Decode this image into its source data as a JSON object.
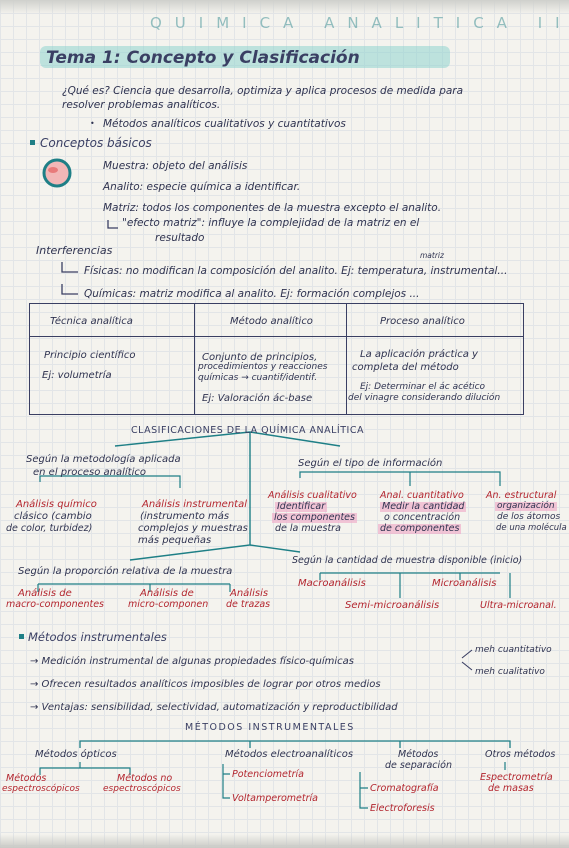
{
  "header": {
    "course_title": "QUIMICA ANALITICA II",
    "lesson_title": "Tema 1: Concepto y Clasificación"
  },
  "intro": {
    "question_line1": "¿Qué es? Ciencia que desarrolla, optimiza y aplica procesos de medida para",
    "question_line2": "resolver problemas analíticos.",
    "methods_bullet": "Métodos  analíticos  cualitativos   y  cuantitativos"
  },
  "conceptos": {
    "heading": "Conceptos básicos",
    "muestra": "Muestra: objeto del análisis",
    "analito": "Analito: especie química a identificar.",
    "matriz": "Matriz: todos los componentes de la muestra excepto el analito.",
    "efecto_line1": "\"efecto matriz\": influye la complejidad de la matriz en el",
    "efecto_line2": "resultado"
  },
  "interferencias": {
    "heading": "Interferencias",
    "fisicas": "Físicas: no modifican la composición del analito. Ej: temperatura, instrumental...",
    "superscript": "matriz",
    "quimicas": "Químicas: matriz modifica al analito. Ej: formación complejos ..."
  },
  "table": {
    "headers": [
      "Técnica analítica",
      "Método analítico",
      "Proceso analítico"
    ],
    "col1_a": "Principio científico",
    "col1_b": "Ej: volumetría",
    "col2_a": "Conjunto de principios,",
    "col2_b": "procedimientos y reacciones",
    "col2_c": "químicas → cuantif/identif.",
    "col2_d": "Ej: Valoración ác-base",
    "col3_a": "La aplicación práctica y",
    "col3_b": "completa del método",
    "col3_c": "Ej: Determinar el ác acético",
    "col3_d": "del vinagre considerando dilución"
  },
  "clasificaciones": {
    "title": "CLASIFICACIONES DE LA QUÍMICA ANALÍTICA",
    "metodologia_1": "Según la metodología aplicada",
    "metodologia_2": "en el proceso analítico",
    "quimico_1": "Análisis químico",
    "quimico_2": "clásico (cambio",
    "quimico_3": "de color, turbidez)",
    "instr_1": "Análisis instrumental",
    "instr_2": "(instrumento más",
    "instr_3": "complejos y muestras",
    "instr_4": "más pequeñas",
    "info": "Según el tipo de información",
    "cual_1": "Análisis cualitativo",
    "cual_2": "Identificar",
    "cual_3": "los componentes",
    "cual_4": "de la muestra",
    "cuant_1": "Anal. cuantitativo",
    "cuant_2": "Medir la cantidad",
    "cuant_3": "o concentración",
    "cuant_4": "de componentes",
    "estr_1": "An. estructural",
    "estr_2": "organización",
    "estr_3": "de los átomos",
    "estr_4": "de una molécula",
    "proporcion": "Según la proporción relativa de la muestra",
    "macro_1": "Análisis de",
    "macro_2": "macro-componentes",
    "micro_1": "Análisis de",
    "micro_2": "micro-componen",
    "trazas_1": "Análisis",
    "trazas_2": "de trazas",
    "cantidad": "Según la cantidad de muestra disponible (inicio)",
    "macroanalisis": "Macroanálisis",
    "microanalisis": "Microanálisis",
    "semimicro": "Semi-microanálisis",
    "ultramicro": "Ultra-microanal."
  },
  "instrumentales": {
    "heading": "Métodos instrumentales",
    "item1": "→ Medición instrumental de algunas propiedades físico-químicas",
    "item1_a": "meh cuantitativo",
    "item1_b": "meh cualitativo",
    "item2": "→ Ofrecen resultados analíticos imposibles de lograr por otros medios",
    "item3": "→ Ventajas: sensibilidad, selectividad, automatización y reproductibilidad",
    "tree_title": "MÉTODOS INSTRUMENTALES",
    "opticos": "Métodos ópticos",
    "electro": "Métodos electroanalíticos",
    "separacion_1": "Métodos",
    "separacion_2": "de separación",
    "otros": "Otros métodos",
    "espectro_1": "Métodos",
    "espectro_2": "espectroscópicos",
    "noespectro_1": "Métodos no",
    "noespectro_2": "espectroscópicos",
    "potencio": "Potenciometría",
    "voltam": "Voltamperometría",
    "cromato": "Cromatografía",
    "electrof": "Electroforesis",
    "espmasas_1": "Espectrometría",
    "espmasas_2": "de masas"
  },
  "colors": {
    "teal": "#1e7f86",
    "red": "#b3262f",
    "ink": "#3a3f63",
    "highlight": "#f0aac8"
  }
}
